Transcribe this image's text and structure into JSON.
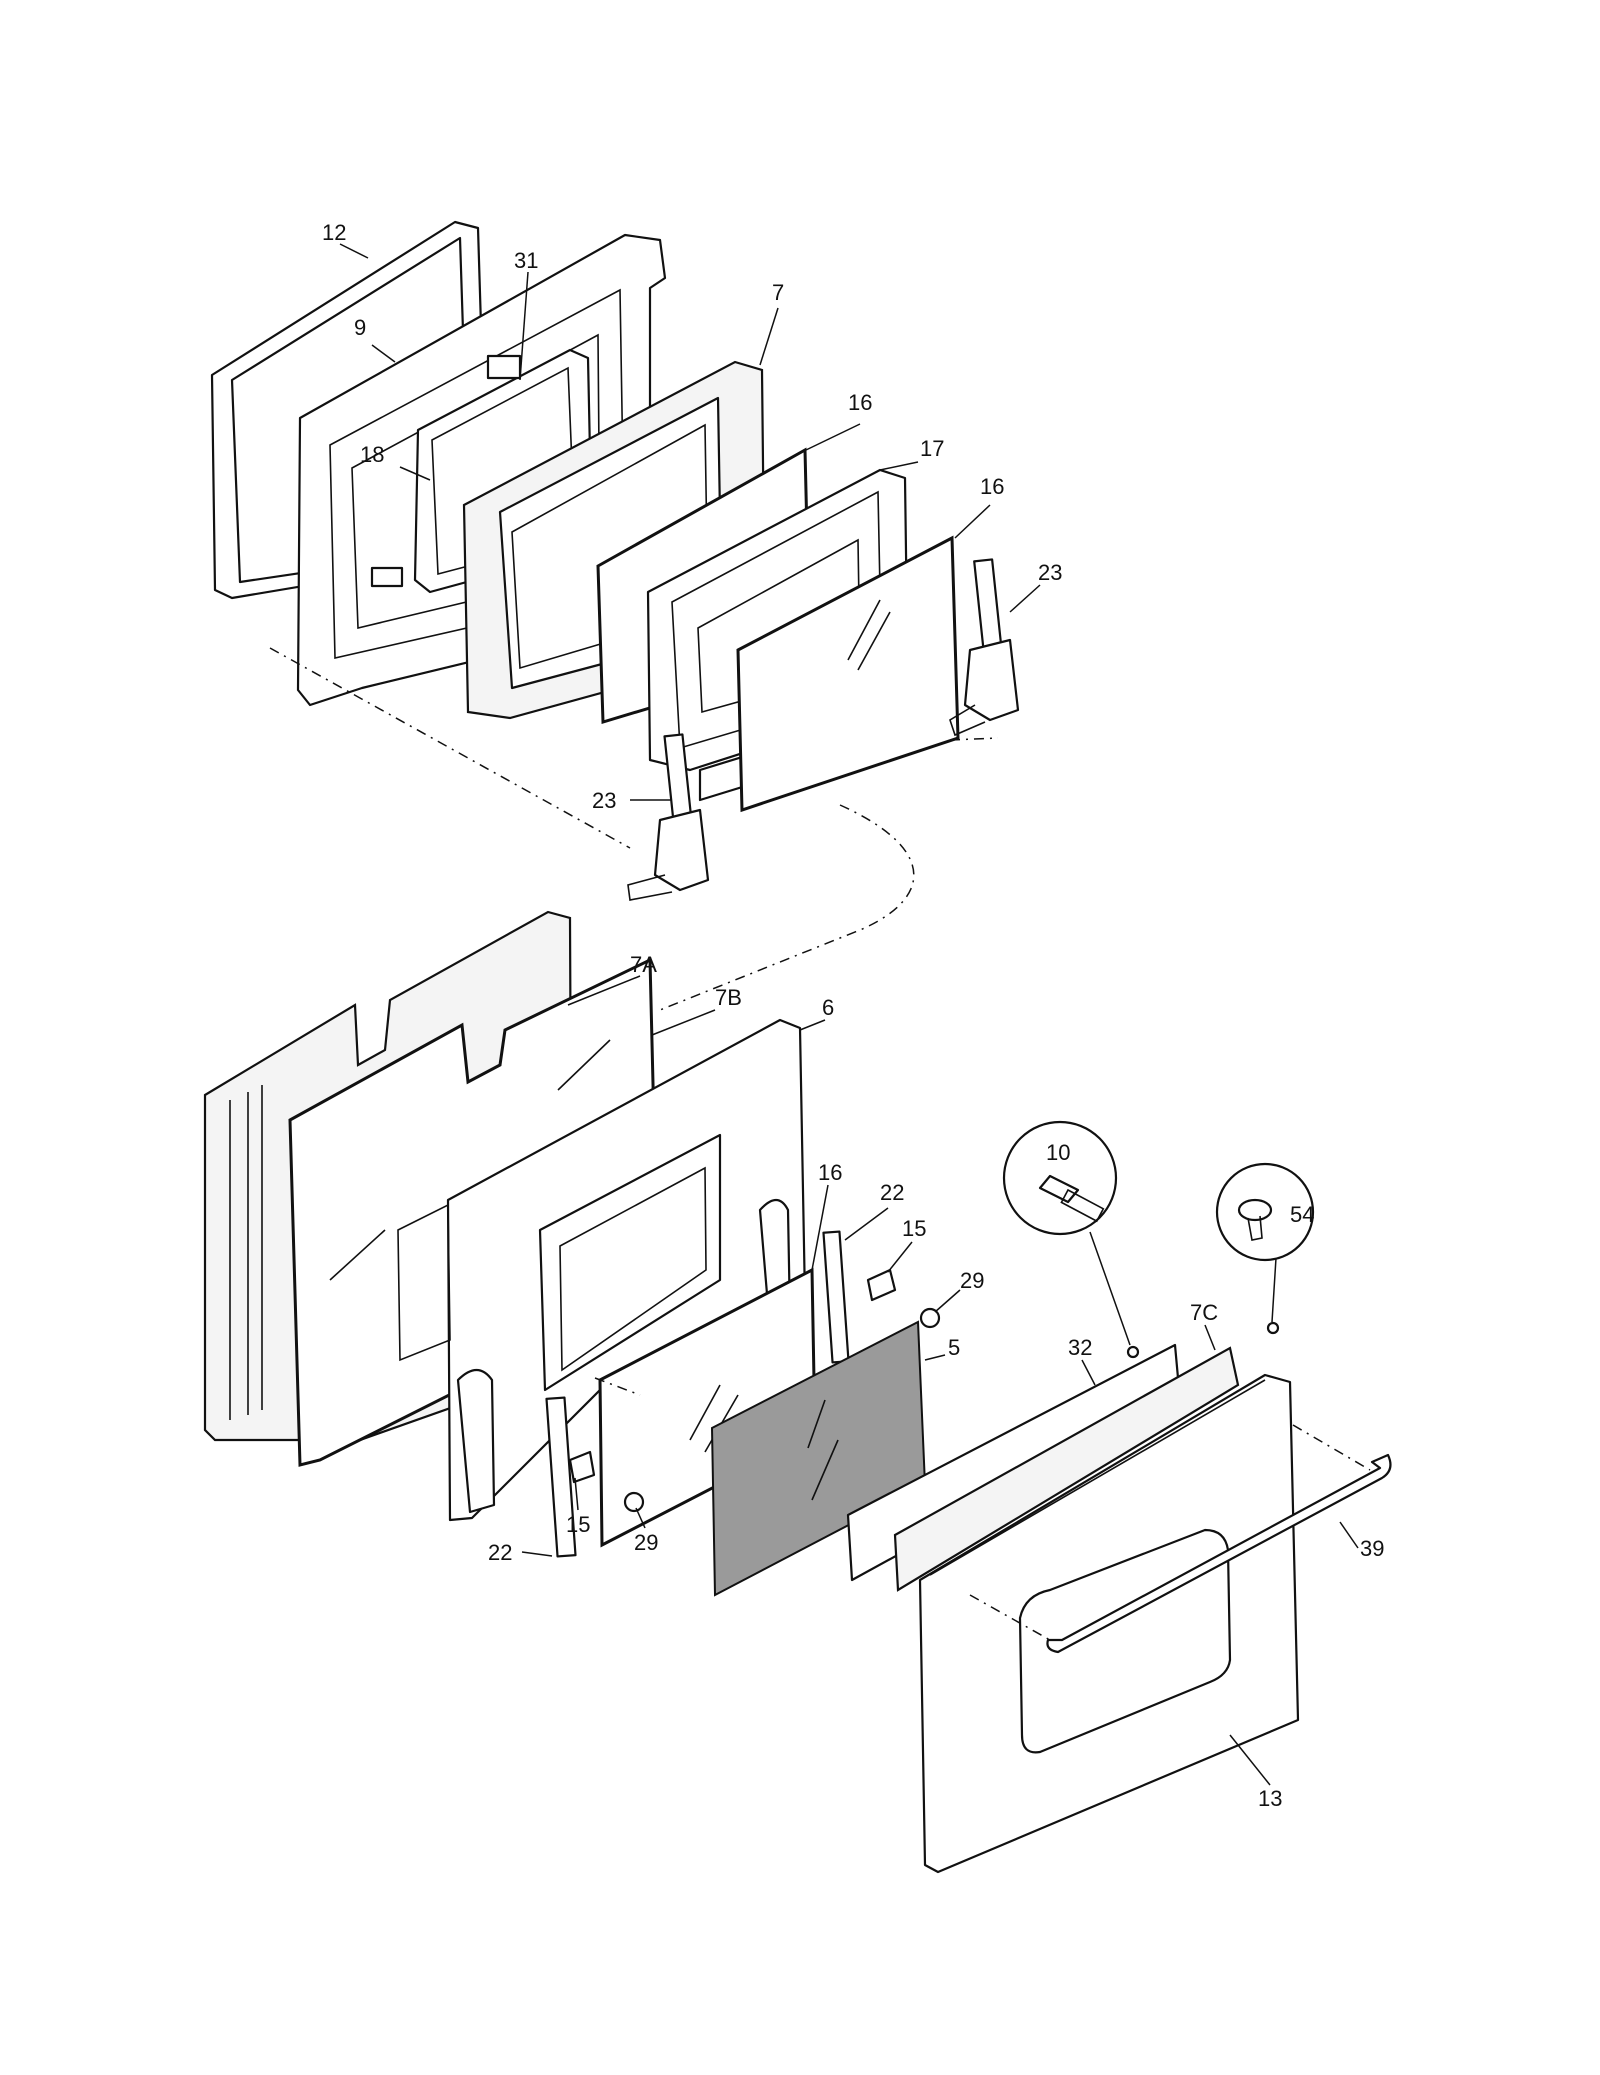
{
  "callouts": {
    "c12": "12",
    "c31": "31",
    "c9": "9",
    "c7": "7",
    "c16a": "16",
    "c17": "17",
    "c18": "18",
    "c16b": "16",
    "c23a": "23",
    "c23b": "23",
    "c7a": "7A",
    "c7b": "7B",
    "c6": "6",
    "c16c": "16",
    "c22a": "22",
    "c15a": "15",
    "c10": "10",
    "c54": "54",
    "c29a": "29",
    "c7c": "7C",
    "c5": "5",
    "c32": "32",
    "c15b": "15",
    "c29b": "29",
    "c22b": "22",
    "c39": "39",
    "c13": "13"
  }
}
